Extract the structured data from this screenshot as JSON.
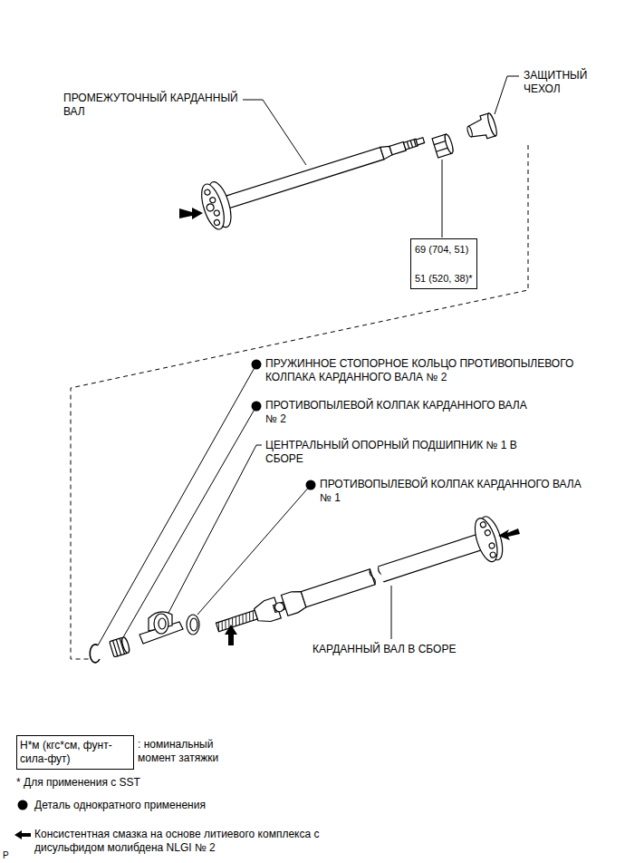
{
  "diagram": {
    "nodes": [
      {
        "text": [
          "69 (704, 51)",
          "51 (520, 38)*"
        ]
      },
      {
        "text": [
          "Н*м (кгс*см, фунт-сила-фут)"
        ]
      }
    ],
    "labels": [
      "ПРОМЕЖУТОЧНЫЙ КАРДАННЫЙ ВАЛ",
      "ЗАЩИТНЫЙ ЧЕХОЛ",
      "ПРУЖИННОЕ СТОПОРНОЕ КОЛЬЦО ПРОТИВОПЫЛЕВОГО КОЛПАКА КАРДАННОГО ВАЛА № 2",
      "ПРОТИВОПЫЛЕВОЙ КОЛПАК КАРДАННОГО ВАЛА № 2",
      "ЦЕНТРАЛЬНЫЙ ОПОРНЫЙ ПОДШИПНИК № 1 В СБОРЕ",
      "ПРОТИВОПЫЛЕВОЙ КОЛПАК КАРДАННОГО ВАЛА № 1",
      "КАРДАННЫЙ ВАЛ В СБОРЕ",
      ": номинальный момент затяжки",
      "* Для применения с SST",
      "P"
    ],
    "legend": [
      {
        "text": "Деталь однократного применения"
      },
      {
        "text": "Консистентная смазка на основе литиевого комплекса с дисульфидом молибдена NLGI № 2"
      }
    ]
  }
}
